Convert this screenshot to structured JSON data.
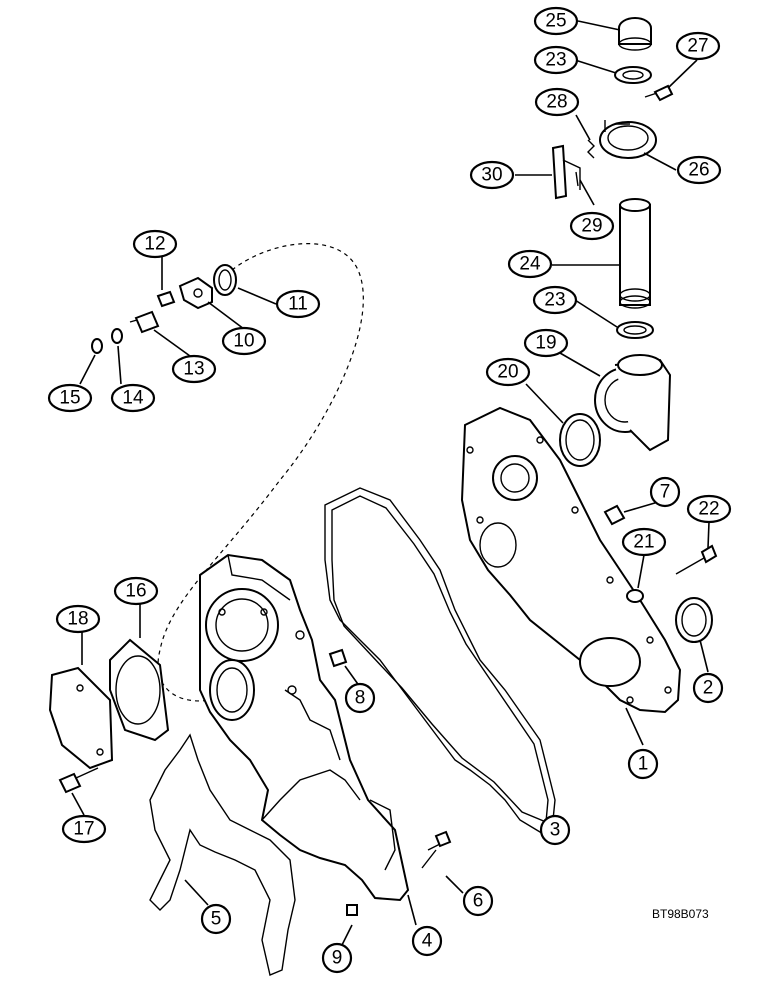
{
  "figure_code": "BT98B073",
  "callouts": [
    {
      "id": "c1",
      "label": "1"
    },
    {
      "id": "c2",
      "label": "2"
    },
    {
      "id": "c3",
      "label": "3"
    },
    {
      "id": "c4",
      "label": "4"
    },
    {
      "id": "c5",
      "label": "5"
    },
    {
      "id": "c6",
      "label": "6"
    },
    {
      "id": "c7",
      "label": "7"
    },
    {
      "id": "c8",
      "label": "8"
    },
    {
      "id": "c9",
      "label": "9"
    },
    {
      "id": "c10",
      "label": "10"
    },
    {
      "id": "c11",
      "label": "11"
    },
    {
      "id": "c12",
      "label": "12"
    },
    {
      "id": "c13",
      "label": "13"
    },
    {
      "id": "c14",
      "label": "14"
    },
    {
      "id": "c15",
      "label": "15"
    },
    {
      "id": "c16",
      "label": "16"
    },
    {
      "id": "c17",
      "label": "17"
    },
    {
      "id": "c18",
      "label": "18"
    },
    {
      "id": "c19",
      "label": "19"
    },
    {
      "id": "c20",
      "label": "20"
    },
    {
      "id": "c21",
      "label": "21"
    },
    {
      "id": "c22",
      "label": "22"
    },
    {
      "id": "c23a",
      "label": "23"
    },
    {
      "id": "c23b",
      "label": "23"
    },
    {
      "id": "c24",
      "label": "24"
    },
    {
      "id": "c25",
      "label": "25"
    },
    {
      "id": "c26",
      "label": "26"
    },
    {
      "id": "c27",
      "label": "27"
    },
    {
      "id": "c28",
      "label": "28"
    },
    {
      "id": "c29",
      "label": "29"
    },
    {
      "id": "c30",
      "label": "30"
    }
  ]
}
